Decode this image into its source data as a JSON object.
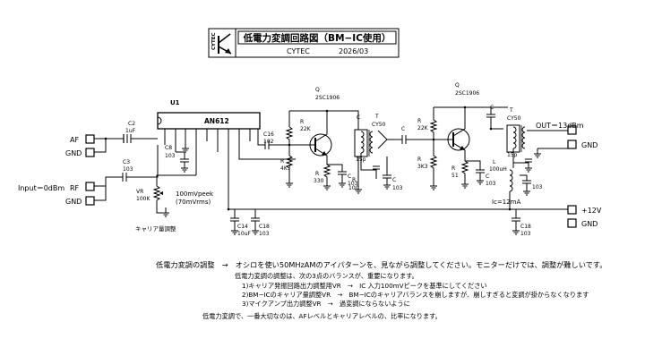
{
  "title_block": {
    "title": "低電力変調回路図（BM−IC使用）",
    "company": "CYTEC",
    "date": "2026/03",
    "logo_text": "CYTEC"
  },
  "ports": {
    "af": "AF",
    "gnd_af": "GND",
    "input": "Input＝0dBm",
    "rf": "RF",
    "gnd_rf": "GND",
    "output": "OUT＝13dBm",
    "gnd_out": "GND",
    "vcc": "+12V",
    "gnd_vcc": "GND"
  },
  "ic": {
    "ref": "U1",
    "part": "AN612"
  },
  "components": {
    "c2": {
      "ref": "C2",
      "value": "1uF"
    },
    "c3": {
      "ref": "C3",
      "value": "103"
    },
    "c8": {
      "ref": "C8",
      "value": "103"
    },
    "vr": {
      "ref": "VR",
      "value": "100K"
    },
    "vr_note1": "100mVpeek",
    "vr_note2": "(70mVrms)",
    "vr_label": "キャリア量調整",
    "c14": {
      "ref": "C14",
      "value": "10uF"
    },
    "c18a": {
      "ref": "C18",
      "value": "103"
    },
    "c16": {
      "ref": "C16",
      "value": "102"
    },
    "q1": {
      "ref": "Q",
      "part": "2SC1906"
    },
    "r22k_1": {
      "ref": "R",
      "value": "22K"
    },
    "r4k7": {
      "ref": "R",
      "value": "4K7"
    },
    "r330": {
      "ref": "R",
      "value": "330"
    },
    "c103_e1": {
      "ref": "C",
      "value": "103"
    },
    "r100": {
      "ref": "R",
      "value": "100"
    },
    "c103_d1": {
      "ref": "C",
      "value": "103"
    },
    "t1": {
      "ref": "T",
      "part": "CY50"
    },
    "c15p_1": {
      "ref": "C",
      "value": "15p"
    },
    "c_coupling": {
      "ref": "C"
    },
    "q2": {
      "ref": "Q",
      "part": "2SC1906"
    },
    "r22k_2": {
      "ref": "R",
      "value": "22K"
    },
    "r3k3": {
      "ref": "R",
      "value": "3K3"
    },
    "r51": {
      "ref": "R",
      "value": "51"
    },
    "c103_e2": {
      "ref": "C",
      "value": "103"
    },
    "c_col2": {
      "ref": "C"
    },
    "t2": {
      "ref": "T",
      "part": "CY50"
    },
    "c15p_2": {
      "ref": "C",
      "value": "15p"
    },
    "l": {
      "ref": "L",
      "value": "100uH"
    },
    "c103_l": {
      "ref": "C",
      "value": "103"
    },
    "ic_current": "Ic=12mA",
    "c18b": {
      "ref": "C18",
      "value": "103"
    }
  },
  "notes": {
    "headline": "低電力変調の調整　→　オシロを使い50MHzAMのアイパターンを、見ながら調整してください。モニターだけでは、調整が難しいです。",
    "intro": "低電力変調の調整は、次の3点のバランスが、重要になります。",
    "item1": "1)キャリア発振回路出力調整用VR　→　IC 入力100mVピークを基準にしてください",
    "item2": "2)BM−ICのキャリア量調整VR　→　BM−ICのキャリアバランスを崩しますが、崩しすぎると変調が掛からなくなります",
    "item3": "3)マイクアンプ出力調整VR　→　過変調にならないように",
    "summary": "低電力変調で、一番大切なのは、AFレベルとキャリアレベルの、比率になります。"
  }
}
